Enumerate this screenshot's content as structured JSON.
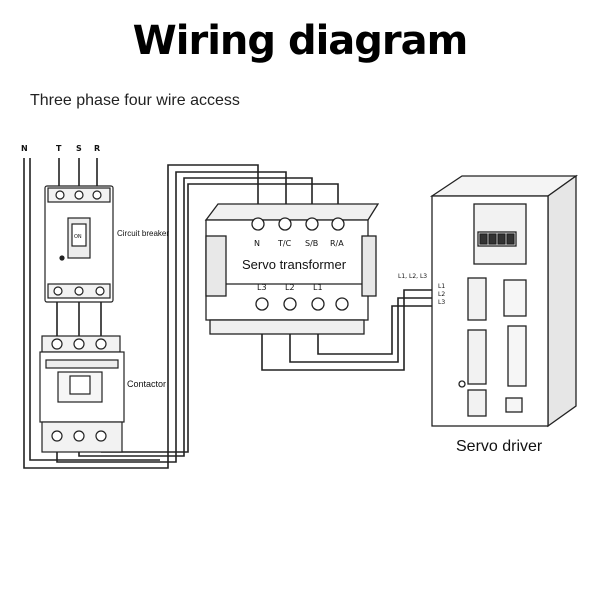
{
  "title": "Wiring diagram",
  "subtitle": "Three phase four wire access",
  "supply_terminals": [
    "N",
    "T",
    "S",
    "R"
  ],
  "circuit_breaker": {
    "label": "Circuit breaker",
    "switch_text": "ON"
  },
  "contactor": {
    "label": "Contactor"
  },
  "servo_transformer": {
    "label": "Servo transformer",
    "input_terminals": [
      "N",
      "T/C",
      "S/B",
      "R/A"
    ],
    "output_terminals": [
      "L3",
      "L2",
      "L1"
    ]
  },
  "servo_driver": {
    "label": "Servo driver",
    "input_header": "L1, L2, L3",
    "input_lines": [
      "L1",
      "L2",
      "L3"
    ]
  }
}
